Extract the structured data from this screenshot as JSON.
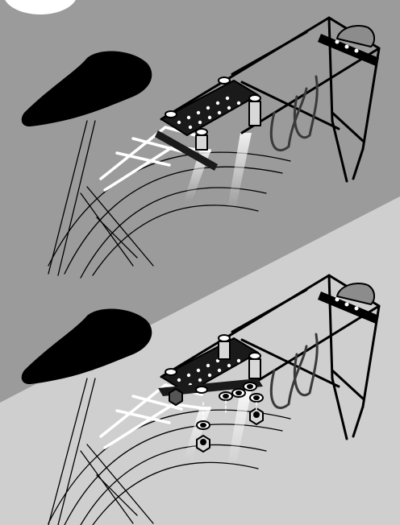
{
  "illustration": {
    "steps": [
      {
        "id": "step-1",
        "state": "assembled"
      },
      {
        "id": "step-2",
        "state": "exploded-hardware"
      }
    ]
  },
  "colors": {
    "background_top": "#9b9b9b",
    "background_bottom": "#bdbdbd",
    "diagonal_band_light": "#cfcfcf",
    "ink": "#000000",
    "highlight": "#ffffff",
    "seat": "#000000",
    "rack_plate": "#1a1a1a",
    "tail_light_lens": "#8c8c8c"
  },
  "icons": {
    "step_marker": "step-marker-circle-icon",
    "bolt": "bolt-icon",
    "washer": "washer-icon",
    "nut": "nut-icon",
    "tail_light": "tail-light-icon"
  }
}
